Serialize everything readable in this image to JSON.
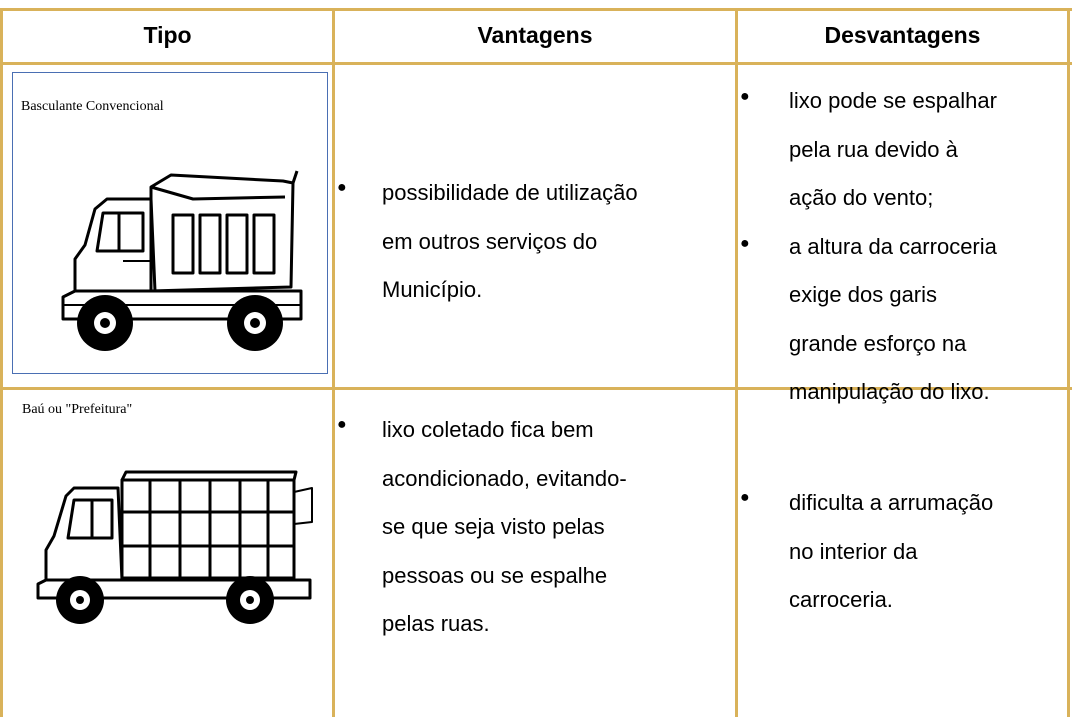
{
  "table": {
    "headers": [
      "Tipo",
      "Vantagens",
      "Desvantagens"
    ],
    "rows": [
      {
        "tipo_caption": "Basculante Convencional",
        "vantagens": [
          [
            "possibilidade de utilização"
          ],
          [
            "em outros serviços do"
          ],
          [
            "Município."
          ]
        ],
        "desvantagens": [
          [
            [
              "lixo pode se espalhar"
            ],
            [
              "pela",
              "rua",
              "devido",
              "à"
            ],
            [
              "ação do vento;"
            ]
          ],
          [
            [
              "a altura da carroceria"
            ],
            [
              "exige",
              "dos",
              "garis"
            ],
            [
              "grande",
              "esforço",
              "na"
            ],
            [
              "manipulação do lixo."
            ]
          ]
        ]
      },
      {
        "tipo_caption": "Baú ou \"Prefeitura\"",
        "vantagens": [
          [
            "lixo",
            "coletado",
            "fica",
            "bem"
          ],
          [
            "acondicionado,",
            "evitando-"
          ],
          [
            "se",
            "que",
            "seja",
            "visto",
            "pelas"
          ],
          [
            "pessoas",
            "ou",
            "se",
            "espalhe"
          ],
          [
            "pelas ruas."
          ]
        ],
        "desvantagens": [
          [
            [
              "dificulta a arrumação"
            ],
            [
              "no",
              "interior",
              "da"
            ],
            [
              "carroceria."
            ]
          ]
        ]
      }
    ]
  },
  "icons": {
    "dump_truck": "dump-truck-illustration",
    "box_truck": "box-truck-illustration"
  }
}
